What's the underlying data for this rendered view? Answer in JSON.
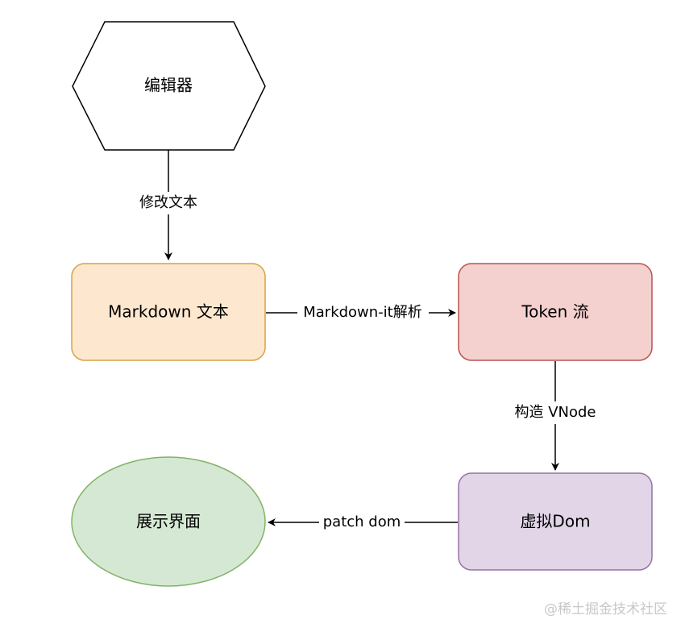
{
  "nodes": {
    "editor": {
      "label": "编辑器",
      "fill": "#ffffff",
      "stroke": "#000000"
    },
    "markdown_text": {
      "label": "Markdown 文本",
      "fill": "#fde8cf",
      "stroke": "#d6a246"
    },
    "token_stream": {
      "label": "Token 流",
      "fill": "#f4d0cf",
      "stroke": "#b85450"
    },
    "virtual_dom": {
      "label": "虚拟Dom",
      "fill": "#e1d5e7",
      "stroke": "#9673a6"
    },
    "display_ui": {
      "label": "展示界面",
      "fill": "#d5e8d4",
      "stroke": "#82b366"
    }
  },
  "edges": {
    "edit_text": {
      "label": "修改文本"
    },
    "markdown_it_parse": {
      "label": "Markdown-it解析"
    },
    "build_vnode": {
      "label": "构造 VNode"
    },
    "patch_dom": {
      "label": "patch dom"
    }
  },
  "watermark": "@稀土掘金技术社区"
}
